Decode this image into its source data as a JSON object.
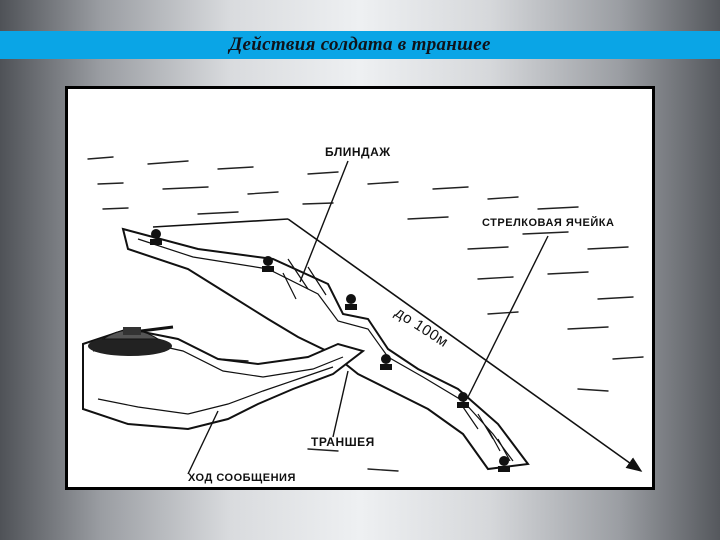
{
  "slide": {
    "title": "Действия солдата в траншее",
    "accent_color": "#0aa5e6"
  },
  "figure": {
    "labels": {
      "dugout": "БЛИНДАЖ",
      "rifle_cell": "СТРЕЛКОВАЯ ЯЧЕЙКА",
      "distance": "до 100м",
      "trench": "ТРАНШЕЯ",
      "communication_passage": "ХОД СООБЩЕНИЯ"
    },
    "icons": [
      "tank-icon",
      "soldier-icon",
      "arrow-icon"
    ]
  }
}
